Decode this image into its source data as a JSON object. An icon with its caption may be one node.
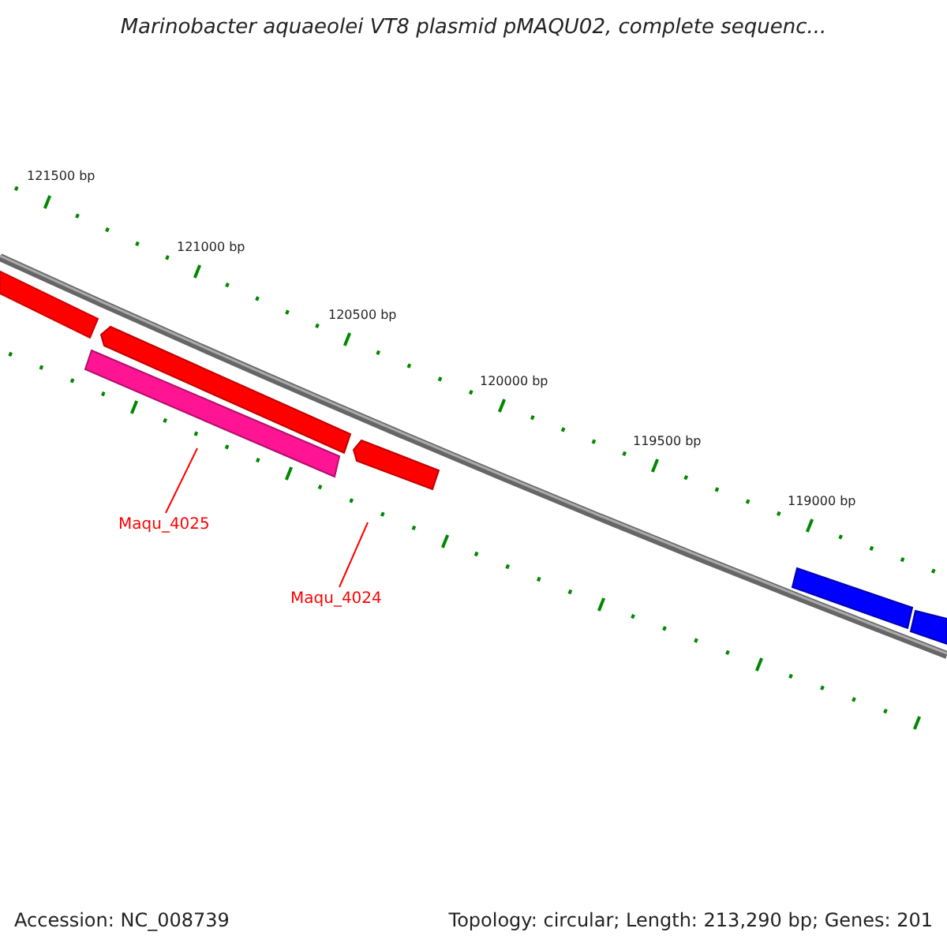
{
  "diagram": {
    "title": "Marinobacter aquaeolei VT8 plasmid pMAQU02, complete sequenc...",
    "nodes": [
      {
        "text": [
          "Maqu_4025"
        ]
      },
      {
        "text": [
          "Maqu_4024"
        ]
      },
      {
        "text": [],
        "shape": "bar"
      },
      {
        "text": [],
        "shape": "bar"
      },
      {
        "text": [],
        "shape": "bar"
      },
      {
        "text": [],
        "shape": "bar"
      },
      {
        "text": [],
        "shape": "bar"
      },
      {
        "text": [],
        "shape": "bar"
      }
    ],
    "edges": [
      {
        "from": 0,
        "to": 4,
        "arrow": "none"
      },
      {
        "from": 1,
        "to": 5,
        "arrow": "none"
      }
    ],
    "labels": [
      "121500 bp",
      "121000 bp",
      "120500 bp",
      "120000 bp",
      "119500 bp",
      "119000 bp",
      "Accession: NC_008739",
      "Topology: circular; Length: 213,290 bp; Genes: 201"
    ]
  }
}
